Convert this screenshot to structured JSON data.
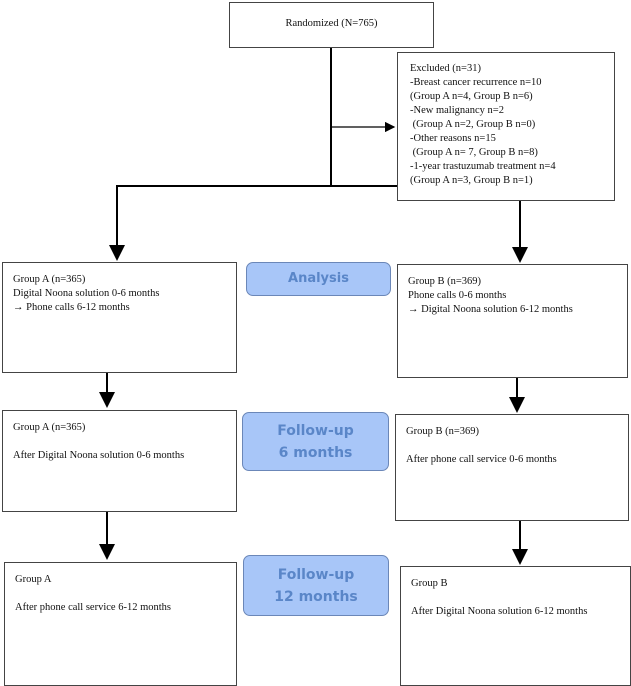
{
  "randomized": "Randomized (N=765)",
  "excluded": [
    "Excluded (n=31)",
    "-Breast cancer recurrence n=10",
    "(Group A n=4, Group B n=6)",
    "-New malignancy n=2",
    " (Group A n=2, Group B n=0)",
    "-Other reasons n=15",
    " (Group A n= 7, Group B n=8)",
    "-1-year trastuzumab treatment n=4",
    "(Group A n=3, Group B n=1)"
  ],
  "analysis": {
    "label": "Analysis",
    "group_a": [
      "Group A (n=365)",
      "Digital Noona solution 0-6 months",
      "→ Phone calls 6-12 months"
    ],
    "group_b": [
      "Group B (n=369)",
      "Phone calls 0-6 months",
      "→ Digital Noona solution 6-12 months"
    ]
  },
  "followup6": {
    "label1": "Follow-up",
    "label2": "6 months",
    "group_a": [
      "Group A (n=365)",
      "",
      "After Digital Noona solution 0-6 months"
    ],
    "group_b": [
      "Group B (n=369)",
      "",
      "After phone call service 0-6 months"
    ]
  },
  "followup12": {
    "label1": "Follow-up",
    "label2": "12 months",
    "group_a": [
      "Group A",
      "",
      "After phone call service 6-12 months"
    ],
    "group_b": [
      "Group B",
      "",
      "After Digital Noona solution 6-12 months"
    ]
  },
  "colors": {
    "pill_fill": "#a8c6f8",
    "pill_text": "#5a86c8"
  }
}
